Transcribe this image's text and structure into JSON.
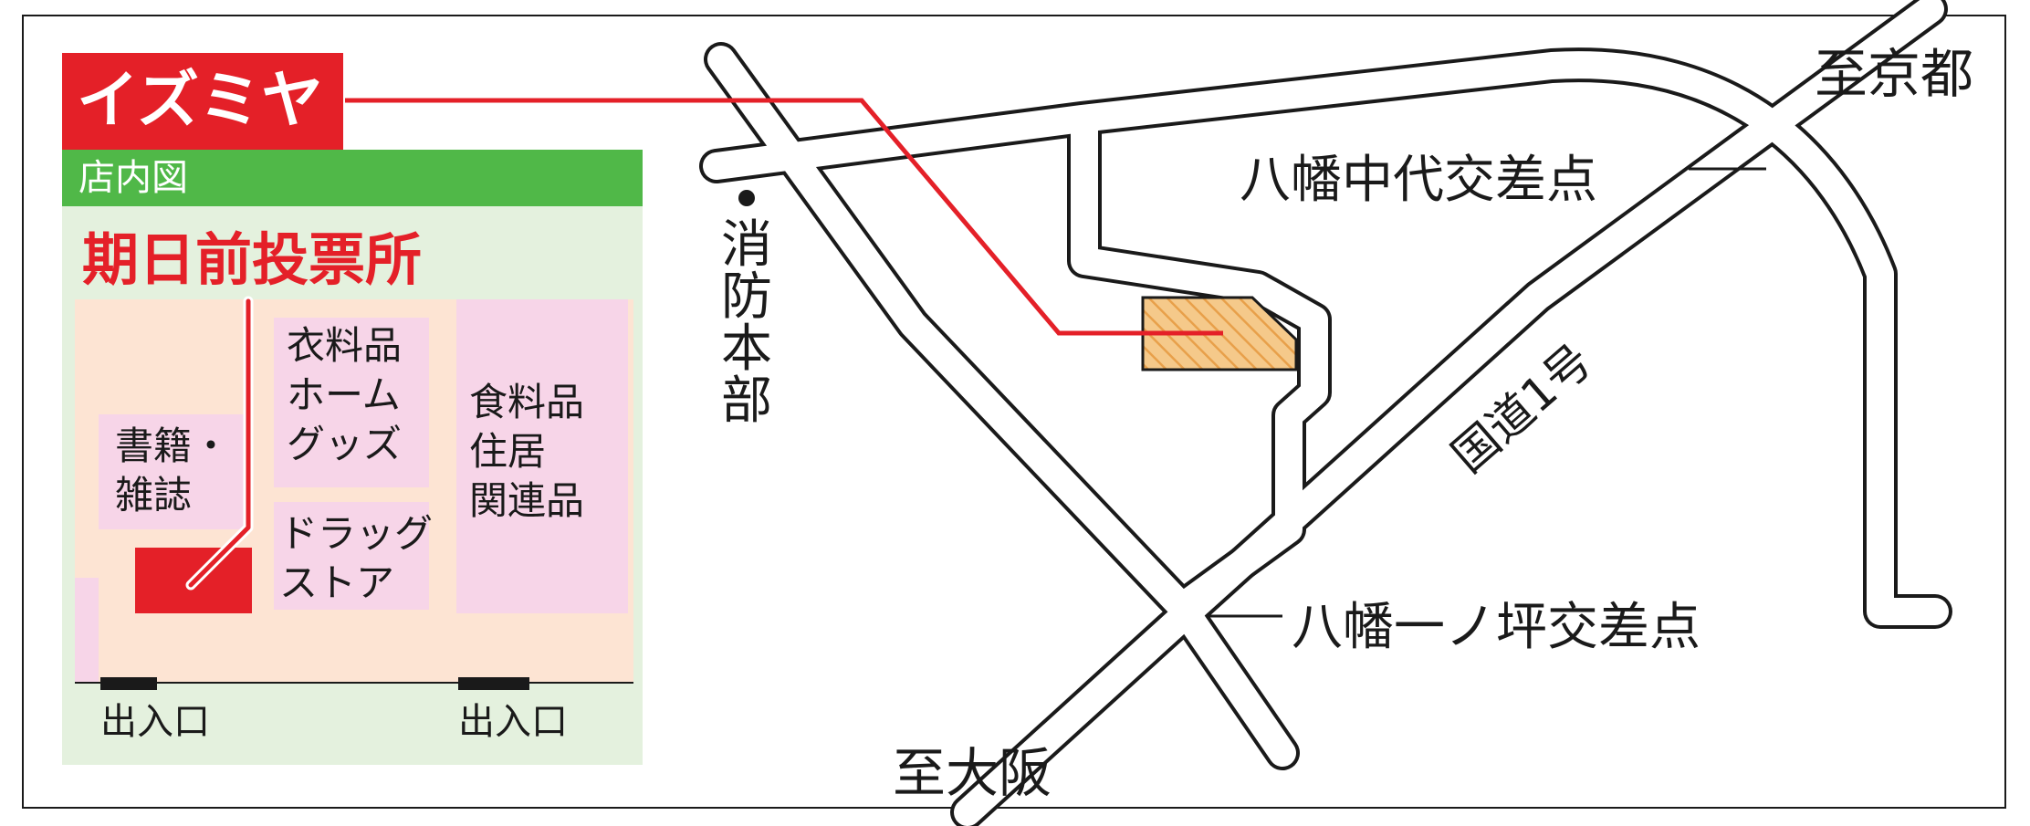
{
  "title": "イズミヤ",
  "inset": {
    "subtitle": "店内図",
    "heading": "期日前投票所",
    "zones": {
      "clothing": [
        "衣料品",
        "ホーム",
        "グッズ"
      ],
      "books": [
        "書籍・",
        "雑誌"
      ],
      "drugstore": [
        "ドラッグ",
        "ストア"
      ],
      "food": [
        "食料品",
        "住居",
        "関連品"
      ]
    },
    "entrance_left": "出入口",
    "entrance_right": "出入口"
  },
  "map": {
    "to_kyoto": "至京都",
    "to_osaka": "至大阪",
    "intersection_north": "八幡中代交差点",
    "intersection_south": "八幡一ノ坪交差点",
    "fire_station": [
      "消",
      "防",
      "本",
      "部"
    ],
    "route": "国道1号"
  },
  "colors": {
    "accent_red": "#e42028",
    "green_bar": "#50b848",
    "floor_bg": "#e4f1de",
    "floor_main": "#fde4d3",
    "zone_pink": "#f7d5e8",
    "store_fill": "#f5c98a"
  }
}
